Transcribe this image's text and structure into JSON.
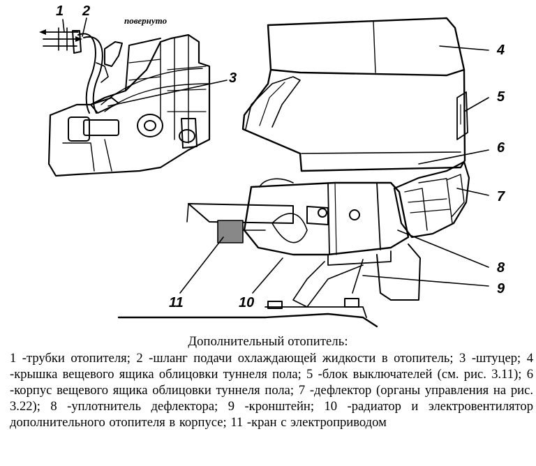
{
  "figure": {
    "note": "повернуто",
    "callouts": [
      "1",
      "2",
      "3",
      "4",
      "5",
      "6",
      "7",
      "8",
      "9",
      "10",
      "11"
    ]
  },
  "caption": {
    "title": "Дополнительный отопитель:",
    "body": "1 -трубки отопителя; 2 -шланг подачи охлаждающей жидкости в отопитель; 3 -штуцер; 4 -крышка вещевого ящика облицовки туннеля пола; 5 -блок выключателей (см. рис. 3.11); 6 -корпус вещевого ящика облицовки туннеля пола; 7 -дефлектор (органы управления на рис. 3.22); 8 -уплотнитель дефлектора; 9 -кронштейн; 10 -радиатор и электровентилятор дополнительного отопителя в корпусе; 11 -кран с электроприводом"
  }
}
